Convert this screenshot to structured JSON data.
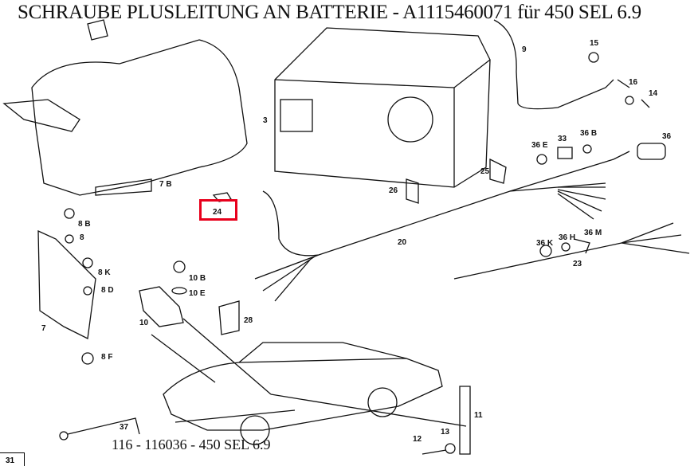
{
  "title": "SCHRAUBE PLUSLEITUNG AN BATTERIE - A1115460071 für 450 SEL 6.9",
  "caption": "116 - 116036 - 450 SEL 6.9",
  "page_number": "31",
  "highlight_color": "#e8001c",
  "highlighted_part": "24",
  "part_labels": {
    "p15": "15",
    "p9": "9",
    "p16": "16",
    "p14": "14",
    "p3": "3",
    "p36e": "36 E",
    "p33": "33",
    "p36b": "36 B",
    "p36": "36",
    "p25": "25",
    "p26": "26",
    "p7b": "7 B",
    "p24": "24",
    "p8b": "8 B",
    "p8": "8",
    "p20": "20",
    "p36k": "36 K",
    "p36h": "36 H",
    "p36m": "36 M",
    "p23": "23",
    "p8k": "8 K",
    "p8d": "8 D",
    "p10b": "10 B",
    "p10e": "10 E",
    "p10": "10",
    "p28": "28",
    "p7": "7",
    "p8f": "8 F",
    "p11": "11",
    "p37": "37",
    "p12": "12",
    "p13": "13"
  }
}
